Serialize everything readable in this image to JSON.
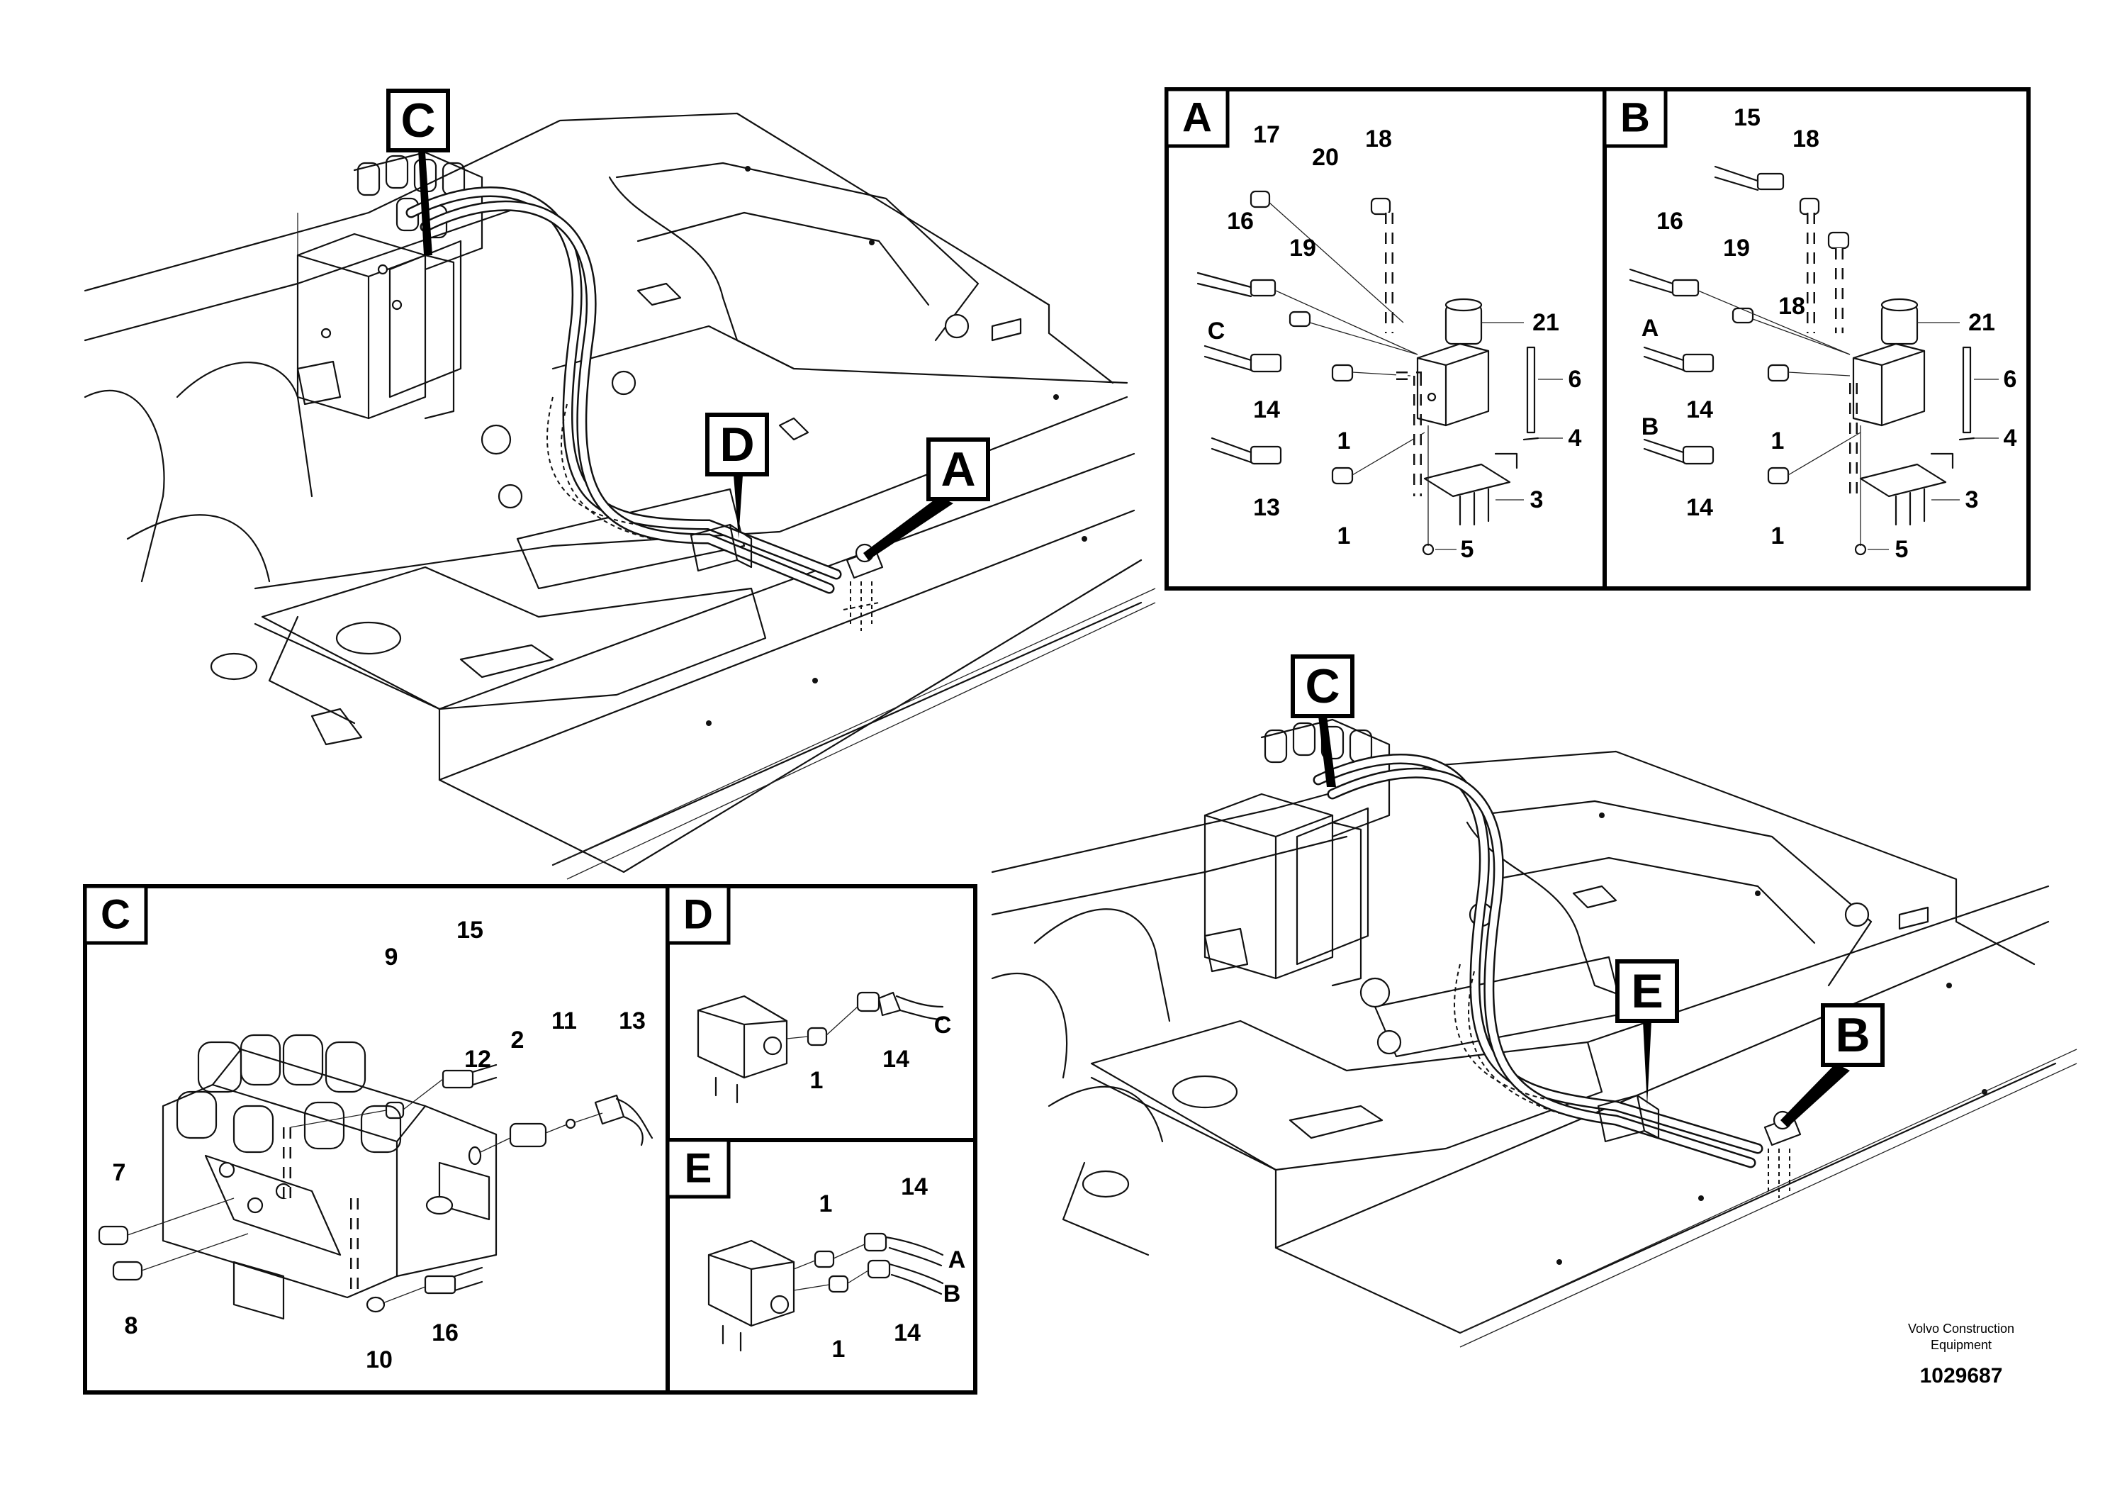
{
  "callouts_top_overview": {
    "valve_block": "C",
    "junction": "D",
    "solenoid": "A"
  },
  "callouts_bottom_overview": {
    "valve_block": "C",
    "junction": "E",
    "solenoid": "B"
  },
  "detail_a": {
    "tab": "A",
    "labels": {
      "p17": "17",
      "p20": "20",
      "p18": "18",
      "p16": "16",
      "p19": "19",
      "p21": "21",
      "pC": "C",
      "p14": "14",
      "p1a": "1",
      "p6": "6",
      "p4": "4",
      "p13": "13",
      "p1b": "1",
      "p3": "3",
      "p5": "5"
    }
  },
  "detail_b": {
    "tab": "B",
    "labels": {
      "p15": "15",
      "p18a": "18",
      "p16": "16",
      "p19": "19",
      "p18b": "18",
      "p21": "21",
      "pA": "A",
      "p14a": "14",
      "p1a": "1",
      "p6": "6",
      "p4": "4",
      "pB": "B",
      "p14b": "14",
      "p1b": "1",
      "p3": "3",
      "p5": "5"
    }
  },
  "detail_c": {
    "tab": "C",
    "labels": {
      "p15": "15",
      "p9": "9",
      "p13": "13",
      "p11": "11",
      "p2": "2",
      "p12": "12",
      "p7": "7",
      "p8": "8",
      "p10": "10",
      "p16": "16"
    }
  },
  "detail_d": {
    "tab": "D",
    "labels": {
      "p1": "1",
      "p14": "14",
      "pC": "C"
    }
  },
  "detail_e": {
    "tab": "E",
    "labels": {
      "p1a": "1",
      "p14a": "14",
      "pA": "A",
      "pB": "B",
      "p1b": "1",
      "p14b": "14"
    }
  },
  "footer": {
    "company_line1": "Volvo Construction",
    "company_line2": "Equipment",
    "drawing_number": "1029687"
  }
}
